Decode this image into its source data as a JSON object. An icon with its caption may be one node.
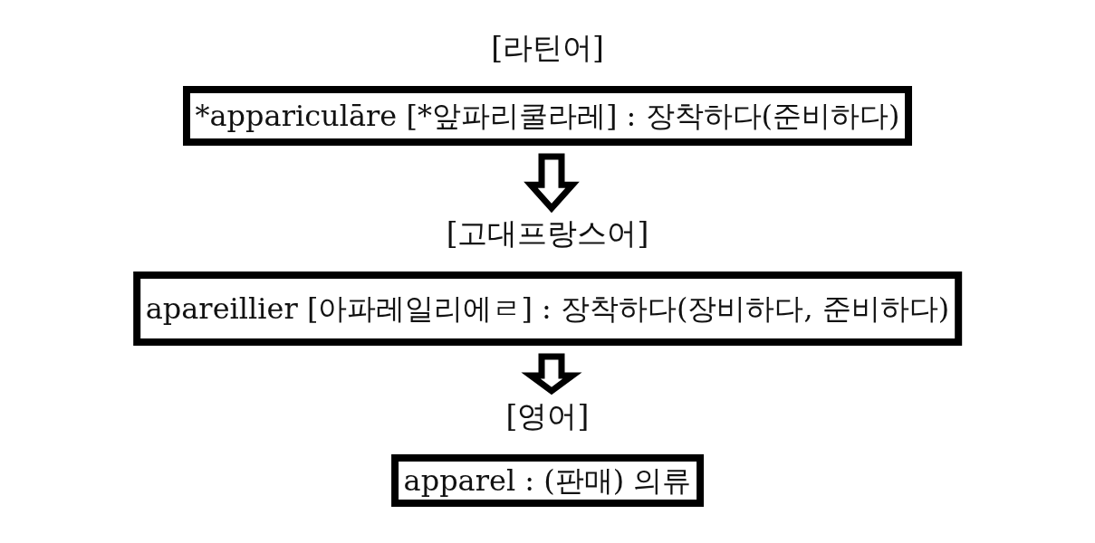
{
  "diagram": {
    "nodes": [
      {
        "text": [
          "[라틴어]",
          "*appariculāre [*앞파리쿨라레] : 장착하다(준비하다)"
        ]
      },
      {
        "text": [
          "[고대프랑스어]",
          "apareillier [아파레일리에ㄹ] : 장착하다(장비하다, 준비하다)"
        ]
      },
      {
        "text": [
          "[영어]",
          "apparel : (판매) 의류"
        ]
      }
    ],
    "edges": [
      {
        "from": 0,
        "to": 1,
        "arrow": "to"
      },
      {
        "from": 1,
        "to": 2,
        "arrow": "to"
      }
    ]
  }
}
